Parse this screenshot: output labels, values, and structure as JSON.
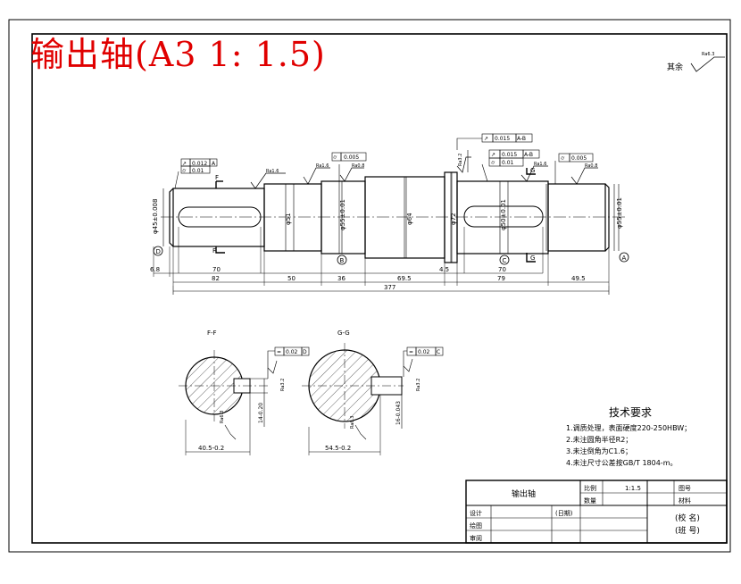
{
  "title": "输出轴(A3 1: 1.5)",
  "surface_note": {
    "label": "其余",
    "roughness": "Ra6.3"
  },
  "shaft": {
    "diameters": [
      "φ45±0.008",
      "φ51",
      "φ55±0.01",
      "φ64",
      "φ72",
      "φ50±0.01",
      "φ55±0.01"
    ],
    "roughness": [
      "Ra1.6",
      "Ra1.6",
      "Ra0.8",
      "Ra3.2",
      "Ra1.6",
      "Ra0.8"
    ],
    "tolerances": [
      {
        "sym": "↗",
        "val": "0.012",
        "ref": "A"
      },
      {
        "sym": "⌭",
        "val": "0.01",
        "ref": ""
      },
      {
        "sym": "⌭",
        "val": "0.005",
        "ref": ""
      },
      {
        "sym": "↗",
        "val": "0.015",
        "ref": "A-B"
      },
      {
        "sym": "↗",
        "val": "0.015",
        "ref": "A-B"
      },
      {
        "sym": "⌭",
        "val": "0.01",
        "ref": ""
      },
      {
        "sym": "⌭",
        "val": "0.005",
        "ref": ""
      }
    ],
    "datums": [
      "D",
      "B",
      "C",
      "A"
    ],
    "section_marks": [
      "F",
      "F",
      "G",
      "G"
    ],
    "dims_row1": [
      "6.8",
      "70",
      "4.5",
      "70"
    ],
    "dims_row2": [
      "82",
      "50",
      "36",
      "69.5",
      "79",
      "49.5"
    ],
    "total": "377"
  },
  "sections": [
    {
      "label": "F-F",
      "tol": {
        "sym": "=",
        "val": "0.02",
        "ref": "D"
      },
      "roughness": "Ra3.2",
      "bottom_rough": "Ra6.3",
      "depth": "14-0.20",
      "width": "40.5-0.2"
    },
    {
      "label": "G-G",
      "tol": {
        "sym": "=",
        "val": "0.02",
        "ref": "C"
      },
      "roughness": "Ra3.2",
      "bottom_rough": "Ra6.3",
      "depth": "16-0.043",
      "width": "54.5-0.2"
    }
  ],
  "requirements": {
    "title": "技术要求",
    "items": [
      "1.调质处理，表面硬度220-250HBW；",
      "2.未注圆角半径R2；",
      "3.未注倒角为C1.6；",
      "4.未注尺寸公差按GB/T 1804-m。"
    ]
  },
  "title_block": {
    "name": "输出轴",
    "scale_label": "比例",
    "scale_value": "1:1.5",
    "qty_label": "数量",
    "fig_label": "图号",
    "mat_label": "材料",
    "design_label": "设计",
    "date_label": "(日期)",
    "draw_label": "绘图",
    "review_label": "审阅",
    "school": "(校 名)",
    "class": "(班 号)"
  }
}
